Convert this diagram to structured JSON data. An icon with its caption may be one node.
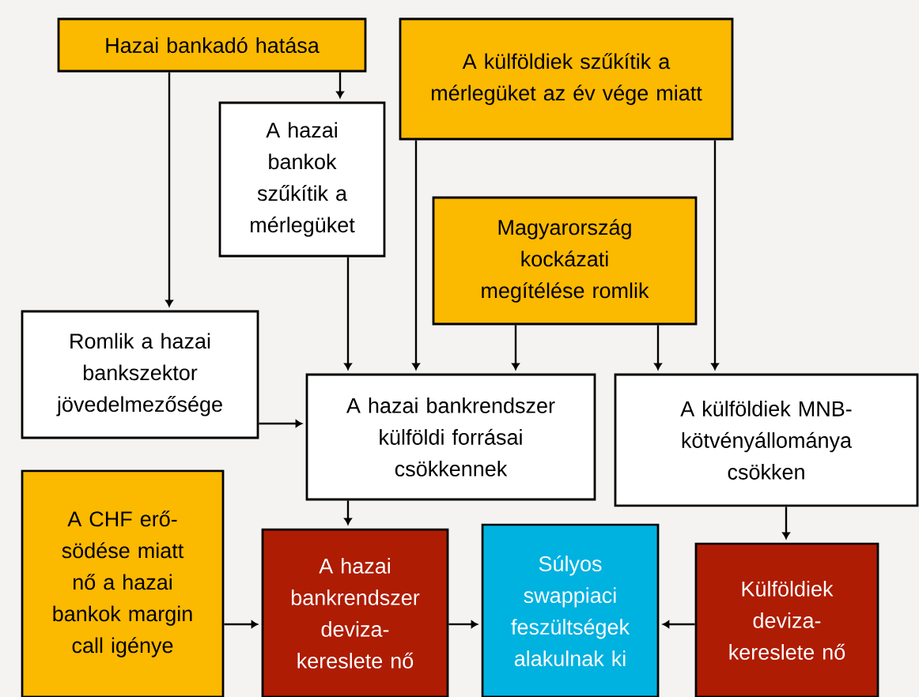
{
  "diagram": {
    "nodes": [
      {
        "text": [
          "Hazai bankadó hatása"
        ]
      },
      {
        "text": [
          "A hazai bankok szűkítik a mérlegüket"
        ]
      },
      {
        "text": [
          "A külföldiek szűkítik a mérlegüket az év vége miatt"
        ]
      },
      {
        "text": [
          "Magyarország kockázati megítélése romlik"
        ]
      },
      {
        "text": [
          "Romlik a hazai bankszektor jövedelmezősége"
        ]
      },
      {
        "text": [
          "A hazai bankrendszer külföldi forrásai csökkennek"
        ]
      },
      {
        "text": [
          "A külföldiek MNB-kötvényállománya csökken"
        ]
      },
      {
        "text": [
          "A CHF erő-södése miatt nő a hazai bankok margin call igénye"
        ]
      },
      {
        "text": [
          "A hazai bankrendszer deviza-kereslete nő"
        ]
      },
      {
        "text": [
          "Súlyos swappiaci feszültségek alakulnak ki"
        ]
      },
      {
        "text": [
          "Külföldiek deviza-kereslete nő"
        ]
      }
    ],
    "edges": [
      {
        "from": 0,
        "to": 4,
        "arrow": "to"
      },
      {
        "from": 0,
        "to": 1,
        "arrow": "to"
      },
      {
        "from": 1,
        "to": 5,
        "arrow": "to"
      },
      {
        "from": 2,
        "to": 5,
        "arrow": "to"
      },
      {
        "from": 2,
        "to": 6,
        "arrow": "to"
      },
      {
        "from": 3,
        "to": 5,
        "arrow": "to"
      },
      {
        "from": 3,
        "to": 6,
        "arrow": "to"
      },
      {
        "from": 4,
        "to": 5,
        "arrow": "to"
      },
      {
        "from": 5,
        "to": 8,
        "arrow": "to"
      },
      {
        "from": 6,
        "to": 10,
        "arrow": "to"
      },
      {
        "from": 7,
        "to": 8,
        "arrow": "to"
      },
      {
        "from": 8,
        "to": 9,
        "arrow": "to"
      },
      {
        "from": 10,
        "to": 9,
        "arrow": "to"
      }
    ]
  }
}
